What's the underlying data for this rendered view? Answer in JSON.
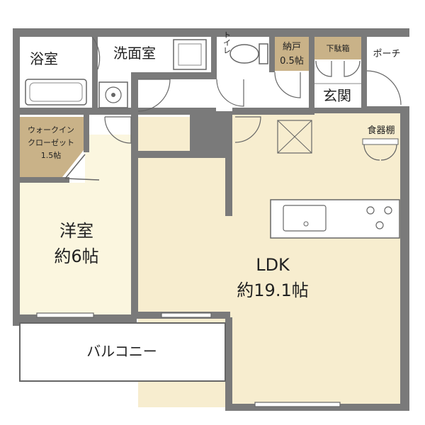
{
  "rooms": {
    "bath": {
      "label": "浴室"
    },
    "washroom": {
      "label": "洗面室"
    },
    "toilet": {
      "label": "トイレ"
    },
    "storage": {
      "line1": "納戸",
      "line2": "0.5帖"
    },
    "shoe_box": {
      "label": "下駄箱"
    },
    "porch": {
      "label": "ポーチ"
    },
    "entrance": {
      "label": "玄関"
    },
    "walk_in_closet": {
      "line1": "ウォークイン",
      "line2": "クローゼット",
      "line3": "1.5帖"
    },
    "cupboard": {
      "label": "食器棚"
    },
    "western_room": {
      "line1": "洋室",
      "line2": "約6帖"
    },
    "ldk": {
      "line1": "LDK",
      "line2": "約19.1帖"
    },
    "balcony": {
      "label": "バルコニー"
    }
  },
  "colors": {
    "wall": "#7a7a7a",
    "ldk_floor": "#f7edcf",
    "western_floor": "#fbf6df",
    "closet_floor": "#c9b288",
    "storage_floor": "#c9b288",
    "wet_floor": "#ffffff",
    "balcony_floor": "#ffffff"
  }
}
